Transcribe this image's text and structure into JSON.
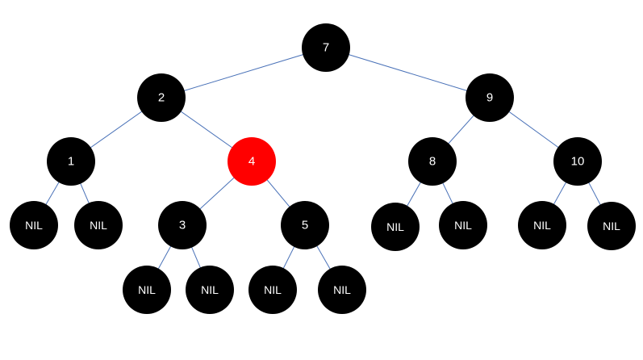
{
  "colors": {
    "black_node": "#000000",
    "red_node": "#ff0000",
    "edge": "#4a72b8",
    "label": "#ffffff"
  },
  "tree": {
    "nodes": [
      {
        "id": "n7",
        "label": "7",
        "color": "black"
      },
      {
        "id": "n2",
        "label": "2",
        "color": "black"
      },
      {
        "id": "n9",
        "label": "9",
        "color": "black"
      },
      {
        "id": "n1",
        "label": "1",
        "color": "black"
      },
      {
        "id": "n4",
        "label": "4",
        "color": "red"
      },
      {
        "id": "n8",
        "label": "8",
        "color": "black"
      },
      {
        "id": "n10",
        "label": "10",
        "color": "black"
      },
      {
        "id": "nil-1a",
        "label": "NIL",
        "color": "black"
      },
      {
        "id": "nil-1b",
        "label": "NIL",
        "color": "black"
      },
      {
        "id": "n3",
        "label": "3",
        "color": "black"
      },
      {
        "id": "n5",
        "label": "5",
        "color": "black"
      },
      {
        "id": "nil-8a",
        "label": "NIL",
        "color": "black"
      },
      {
        "id": "nil-8b",
        "label": "NIL",
        "color": "black"
      },
      {
        "id": "nil-10a",
        "label": "NIL",
        "color": "black"
      },
      {
        "id": "nil-10b",
        "label": "NIL",
        "color": "black"
      },
      {
        "id": "nil-3a",
        "label": "NIL",
        "color": "black"
      },
      {
        "id": "nil-3b",
        "label": "NIL",
        "color": "black"
      },
      {
        "id": "nil-5a",
        "label": "NIL",
        "color": "black"
      },
      {
        "id": "nil-5b",
        "label": "NIL",
        "color": "black"
      }
    ],
    "edges": [
      [
        "n7",
        "n2"
      ],
      [
        "n7",
        "n9"
      ],
      [
        "n2",
        "n1"
      ],
      [
        "n2",
        "n4"
      ],
      [
        "n9",
        "n8"
      ],
      [
        "n9",
        "n10"
      ],
      [
        "n1",
        "nil-1a"
      ],
      [
        "n1",
        "nil-1b"
      ],
      [
        "n4",
        "n3"
      ],
      [
        "n4",
        "n5"
      ],
      [
        "n8",
        "nil-8a"
      ],
      [
        "n8",
        "nil-8b"
      ],
      [
        "n10",
        "nil-10a"
      ],
      [
        "n10",
        "nil-10b"
      ],
      [
        "n3",
        "nil-3a"
      ],
      [
        "n3",
        "nil-3b"
      ],
      [
        "n5",
        "nil-5a"
      ],
      [
        "n5",
        "nil-5b"
      ]
    ]
  }
}
